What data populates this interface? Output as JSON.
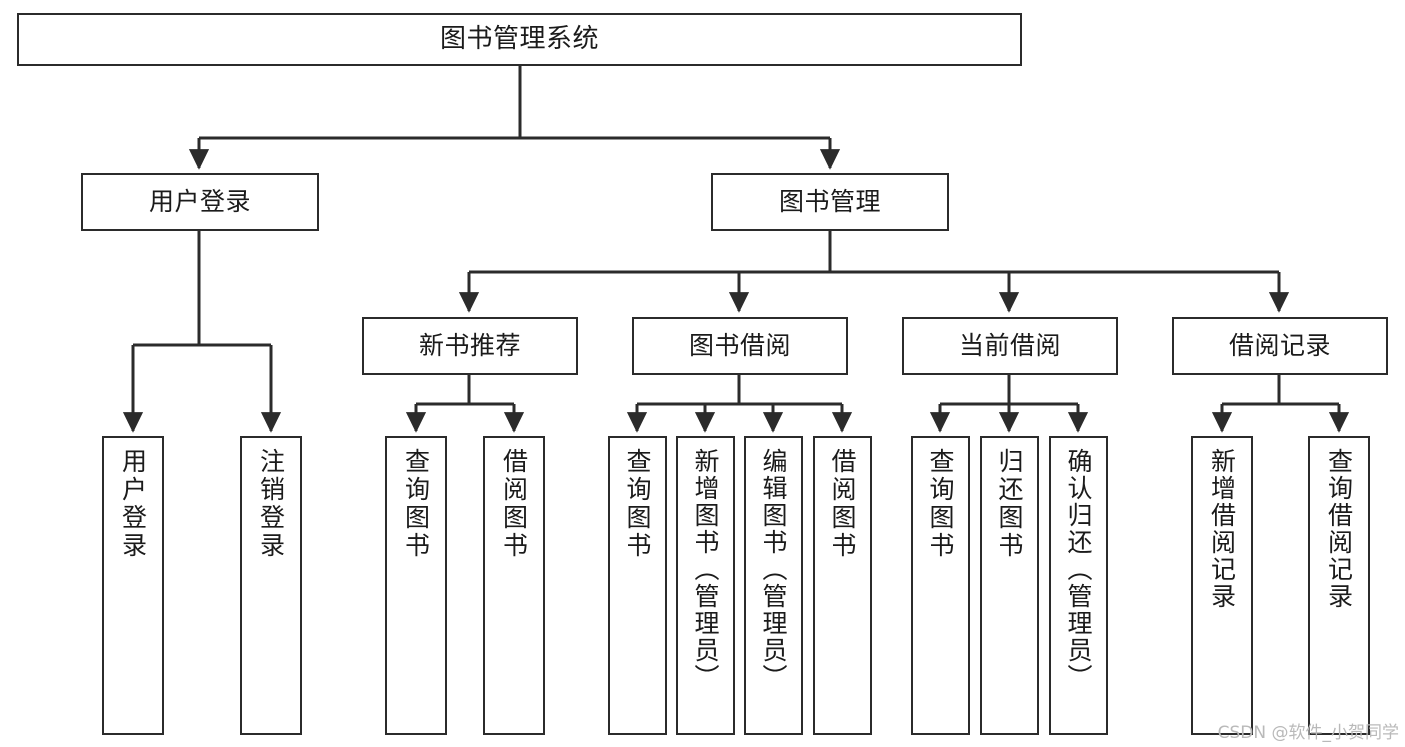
{
  "diagram": {
    "title": "图书管理系统",
    "type": "tree-hierarchy-chart",
    "root": {
      "label": "图书管理系统"
    },
    "level2": [
      {
        "label": "用户登录"
      },
      {
        "label": "图书管理"
      }
    ],
    "level3": [
      {
        "label": "新书推荐"
      },
      {
        "label": "图书借阅"
      },
      {
        "label": "当前借阅"
      },
      {
        "label": "借阅记录"
      }
    ],
    "leaves": {
      "user_login": [
        {
          "label": "用户登录"
        },
        {
          "label": "注销登录"
        }
      ],
      "new_book_recommend": [
        {
          "label": "查询图书"
        },
        {
          "label": "借阅图书"
        }
      ],
      "book_borrow": [
        {
          "label": "查询图书"
        },
        {
          "label": "新增图书（管理员）"
        },
        {
          "label": "编辑图书（管理员）"
        },
        {
          "label": "借阅图书"
        }
      ],
      "current_borrow": [
        {
          "label": "查询图书"
        },
        {
          "label": "归还图书"
        },
        {
          "label": "确认归还（管理员）"
        }
      ],
      "borrow_record": [
        {
          "label": "新增借阅记录"
        },
        {
          "label": "查询借阅记录"
        }
      ]
    },
    "watermark": "CSDN @软件_小贺同学",
    "colors": {
      "background": "#ffffff",
      "border": "#2b2b2b",
      "text": "#1b1b1b",
      "connector": "#2b2b2b",
      "watermark": "#b9b9b9"
    }
  }
}
